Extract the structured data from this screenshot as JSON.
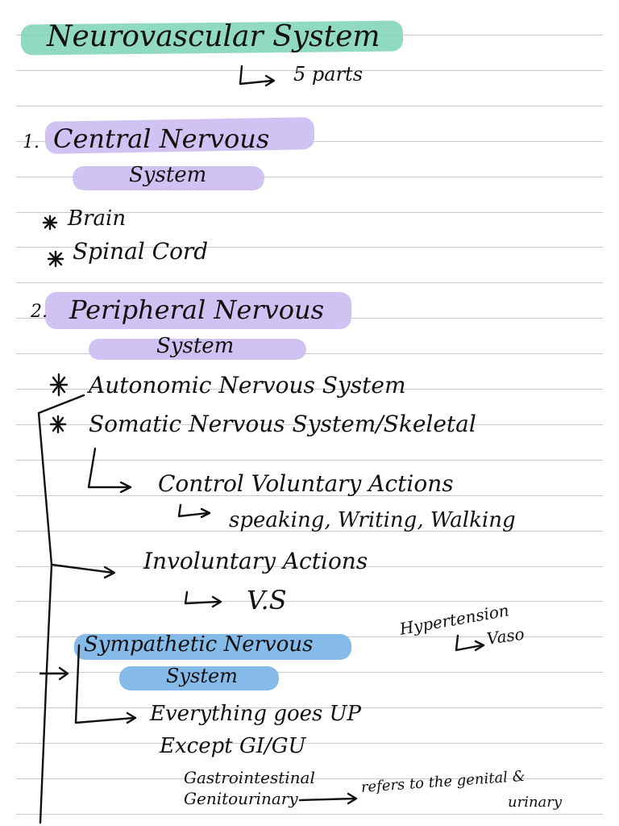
{
  "title": "Neurovascular System",
  "title_sub": "5 parts",
  "section1": {
    "number": "1.",
    "heading_line1": "Central Nervous",
    "heading_line2": "System",
    "items": [
      "Brain",
      "Spinal Cord"
    ]
  },
  "section2": {
    "number": "2.",
    "heading_line1": "Peripheral Nervous",
    "heading_line2": "System",
    "autonomic": "Autonomic Nervous System",
    "somatic": "Somatic Nervous System/Skeletal",
    "control": "Control Voluntary Actions",
    "examples": "speaking, Writing, Walking",
    "involuntary": "Involuntary Actions",
    "vs": "V.S",
    "sympathetic_line1": "Sympathetic Nervous",
    "sympathetic_line2": "System",
    "everything": "Everything goes UP",
    "except": "Except GI/GU",
    "gi": "Gastrointestinal",
    "gu": "Genitourinary",
    "refers": "refers to the genital &",
    "urinary": "urinary",
    "side_note": "Hypertension",
    "side_note_sub": "Vaso"
  },
  "colors": {
    "green_highlight": "#7dd3b4",
    "purple_highlight": "#cbbdf3",
    "blue_highlight": "#79b2e6",
    "rule_line": "#c9c9c9",
    "ink": "#111111"
  }
}
